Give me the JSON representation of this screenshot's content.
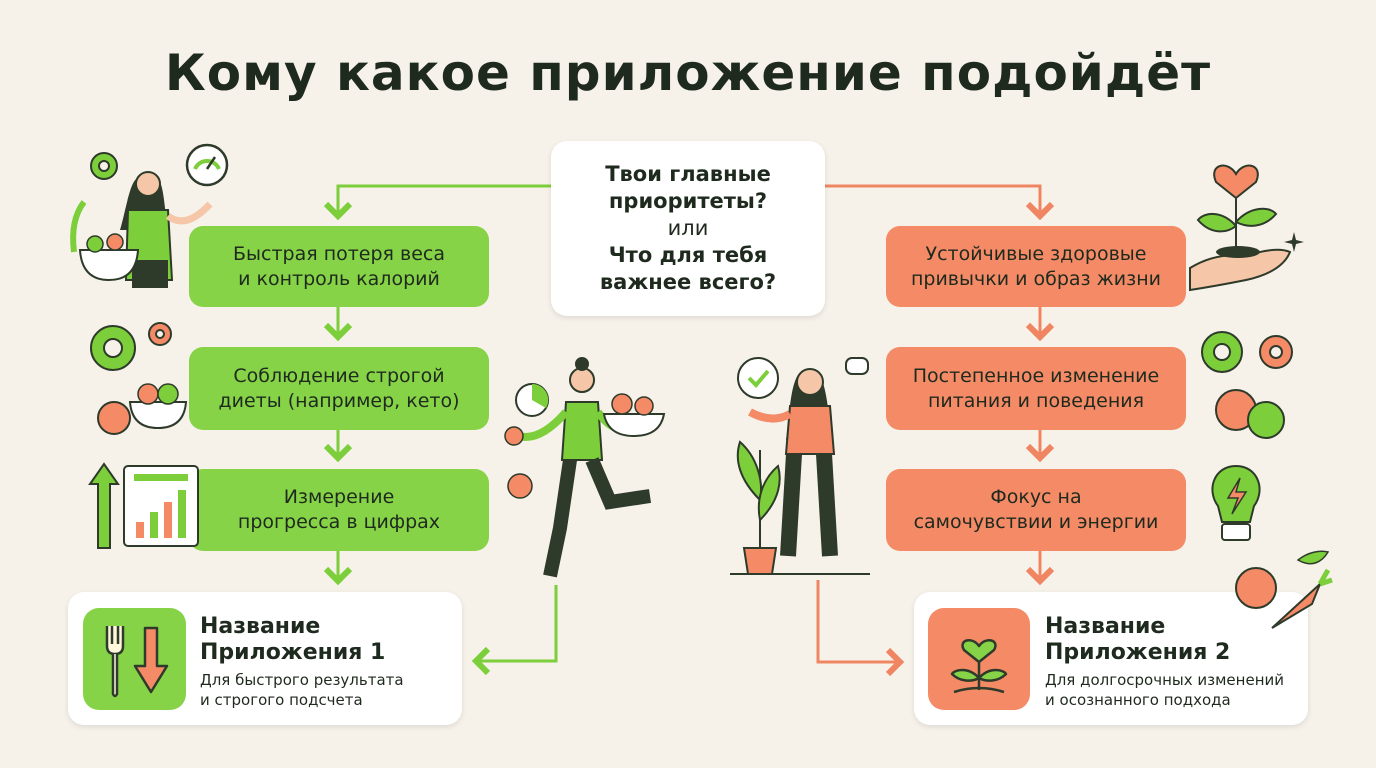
{
  "title": "Кому какое приложение подойдёт",
  "center": {
    "line1": "Твои главные",
    "line2": "приоритеты?",
    "line3": "или",
    "line4": "Что для тебя",
    "line5": "важнее всего?"
  },
  "left_path": {
    "steps": [
      {
        "line1": "Быстрая потеря веса",
        "line2": "и контроль калорий"
      },
      {
        "line1": "Соблюдение строгой",
        "line2": "диеты (например, кето)"
      },
      {
        "line1": "Измерение",
        "line2": "прогресса в цифрах"
      }
    ],
    "app": {
      "name_line1": "Название",
      "name_line2": "Приложения 1",
      "desc_line1": "Для быстрого результата",
      "desc_line2": "и строгого подсчета"
    }
  },
  "right_path": {
    "steps": [
      {
        "line1": "Устойчивые здоровые",
        "line2": "привычки и образ жизни"
      },
      {
        "line1": "Постепенное изменение",
        "line2": "питания и поведения"
      },
      {
        "line1": "Фокус на",
        "line2": "самочувствии и энергии"
      }
    ],
    "app": {
      "name_line1": "Название",
      "name_line2": "Приложения 2",
      "desc_line1": "Для долгосрочных изменений",
      "desc_line2": "и осознанного подхода"
    }
  },
  "colors": {
    "background": "#f6f2ea",
    "green": "#86d347",
    "green_dark": "#5aae2a",
    "orange": "#f48a66",
    "orange_dark": "#e8704a",
    "text": "#1f2a1e",
    "card": "#ffffff"
  },
  "icons": [
    "gear-icon",
    "gauge-icon",
    "salad-bowl-icon",
    "fruit-bowl-icon",
    "bar-chart-icon",
    "up-arrow-icon",
    "fork-icon",
    "down-arrow-icon",
    "checkmark-icon",
    "speech-bubble-icon",
    "heart-sprout-icon",
    "hand-icon",
    "apple-icon",
    "lightbulb-icon",
    "carrot-icon",
    "potted-plant-icon",
    "sprout-heart-icon"
  ]
}
